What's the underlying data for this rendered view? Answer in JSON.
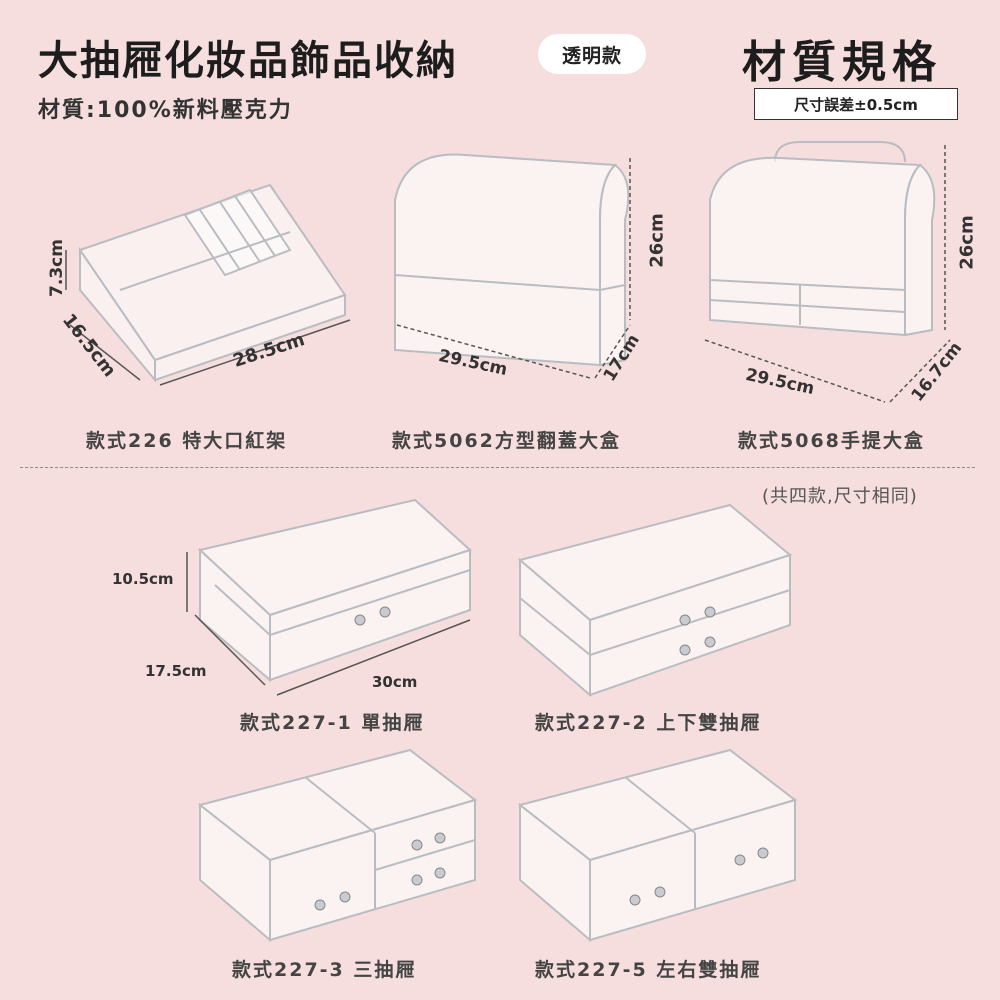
{
  "header": {
    "title": "大抽屜化妝品飾品收納",
    "badge": "透明款",
    "subtitle": "材質:100%新料壓克力",
    "spec_heading": "材質規格",
    "tolerance": "尺寸誤差±0.5cm"
  },
  "products_top": [
    {
      "caption": "款式226 特大口紅架",
      "dims": {
        "height": "7.3cm",
        "depth": "16.5cm",
        "width": "28.5cm"
      }
    },
    {
      "caption": "款式5062方型翻蓋大盒",
      "dims": {
        "height": "26cm",
        "depth": "17cm",
        "width": "29.5cm"
      }
    },
    {
      "caption": "款式5068手提大盒",
      "dims": {
        "height": "26cm",
        "depth": "16.7cm",
        "width": "29.5cm"
      }
    }
  ],
  "note": "(共四款,尺寸相同)",
  "drawer_dims": {
    "height": "10.5cm",
    "depth": "17.5cm",
    "width": "30cm"
  },
  "products_bottom": [
    {
      "caption": "款式227-1 單抽屜"
    },
    {
      "caption": "款式227-2 上下雙抽屜"
    },
    {
      "caption": "款式227-3 三抽屜"
    },
    {
      "caption": "款式227-5 左右雙抽屜"
    }
  ],
  "colors": {
    "background": "#f6dede",
    "acrylic_edge": "#b9bdc2",
    "text": "#333333"
  }
}
